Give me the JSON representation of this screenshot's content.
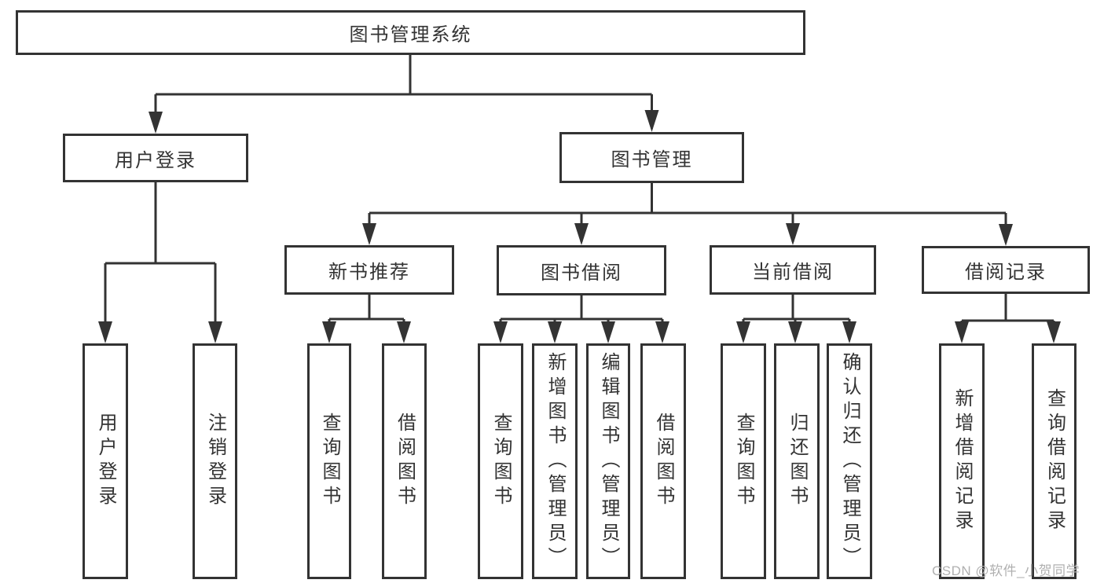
{
  "diagram": {
    "root": {
      "label": "图书管理系统"
    },
    "branches": [
      {
        "label": "用户登录",
        "children": [
          {
            "label": "用户登录"
          },
          {
            "label": "注销登录"
          }
        ]
      },
      {
        "label": "图书管理",
        "children": [
          {
            "label": "新书推荐",
            "children": [
              {
                "label": "查询图书"
              },
              {
                "label": "借阅图书"
              }
            ]
          },
          {
            "label": "图书借阅",
            "children": [
              {
                "label": "查询图书"
              },
              {
                "label": "新增图书（管理员）"
              },
              {
                "label": "编辑图书（管理员）"
              },
              {
                "label": "借阅图书"
              }
            ]
          },
          {
            "label": "当前借阅",
            "children": [
              {
                "label": "查询图书"
              },
              {
                "label": "归还图书"
              },
              {
                "label": "确认归还（管理员）"
              }
            ]
          },
          {
            "label": "借阅记录",
            "children": [
              {
                "label": "新增借阅记录"
              },
              {
                "label": "查询借阅记录"
              }
            ]
          }
        ]
      }
    ]
  },
  "watermark": {
    "text": "CSDN @软件_小贺同学"
  },
  "colors": {
    "line": "#333333",
    "box_border": "#333333",
    "text": "#333333",
    "watermark": "#b0b0b0",
    "background": "#ffffff"
  }
}
